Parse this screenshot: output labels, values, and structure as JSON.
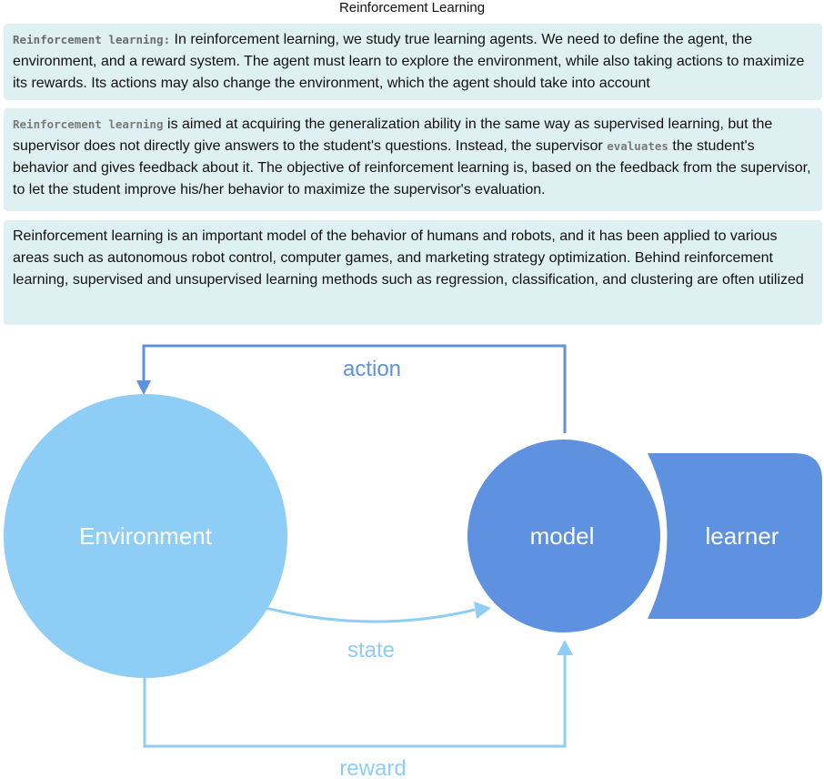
{
  "page": {
    "title": "Reinforcement Learning"
  },
  "notes": [
    {
      "lead_code": "Reinforcement learning:",
      "text": " In reinforcement learning, we study true learning agents. We need to define the agent, the environment, and a reward system. The agent must learn to explore the environment, while also taking actions to maximize its rewards. Its actions may also change the environment, which the agent should take into account"
    },
    {
      "lead_code": "Reinforcement learning",
      "text_before_code": " is aimed at acquiring the generalization ability in the same way as supervised learning, but the supervisor does not directly give answers to the student's questions. Instead, the supervisor ",
      "inline_code": "evaluates",
      "text_after_code": " the student's behavior and gives feedback about it. The objective of reinforcement learning is, based on the feedback from the supervisor, to let the student improve his/her behavior to maximize the supervisor's evaluation."
    },
    {
      "text": "Reinforcement learning is an important model of the behavior of humans and robots, and it has been applied to various areas such as autonomous robot control, computer games, and marketing strategy optimization. Behind reinforcement learning, supervised and unsupervised learning methods such as regression, classification, and clustering are often utilized"
    }
  ],
  "diagram": {
    "nodes": {
      "environment": "Environment",
      "model": "model",
      "learner": "learner"
    },
    "edges": {
      "action": "action",
      "state": "state",
      "reward": "reward"
    },
    "colors": {
      "note_bg": "#dff0f3",
      "environment_fill": "#8ecdf6",
      "model_fill": "#5e91e0",
      "learner_fill": "#5e91e0",
      "action_color": "#5e91e0",
      "state_color": "#8ecdf6",
      "reward_color": "#8ecdf6"
    }
  }
}
